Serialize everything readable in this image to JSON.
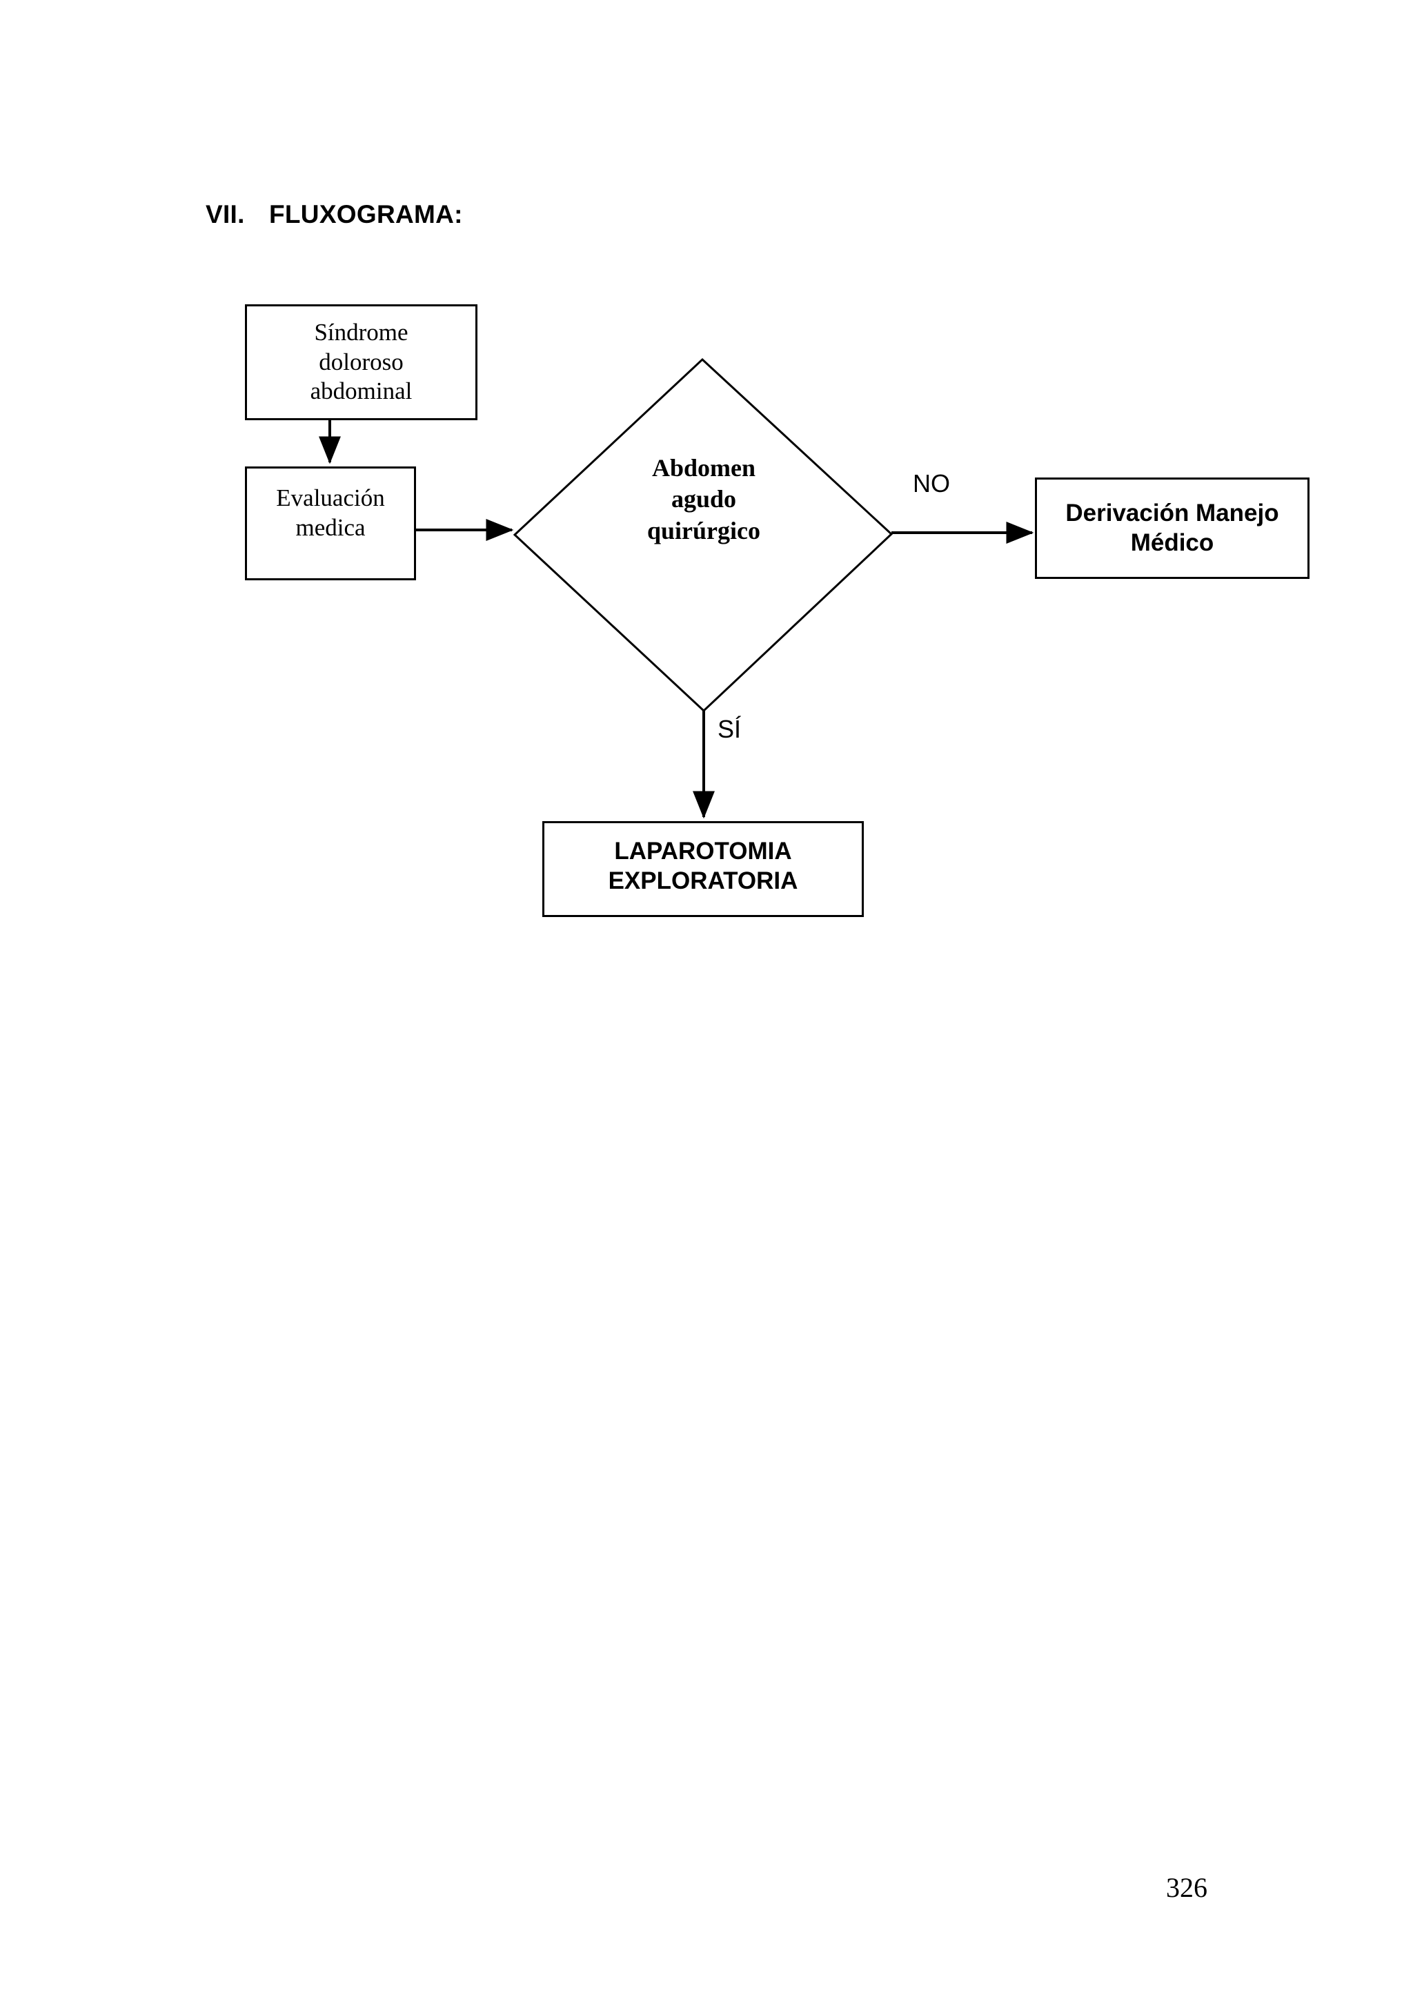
{
  "document": {
    "section": {
      "number": "VII.",
      "title": "FLUXOGRAMA:"
    },
    "page_number": "326"
  },
  "flowchart": {
    "type": "flowchart",
    "nodes": [
      {
        "id": "sindrome",
        "shape": "rectangle",
        "text": "Síndrome doloroso abdominal",
        "lines": [
          "Síndrome",
          "doloroso",
          "abdominal"
        ],
        "font": "serif-regular"
      },
      {
        "id": "evaluacion",
        "shape": "rectangle",
        "text": "Evaluación medica",
        "lines": [
          "Evaluación",
          "medica"
        ],
        "font": "serif-regular"
      },
      {
        "id": "decision",
        "shape": "diamond",
        "text": "Abdomen agudo quirúrgico",
        "lines": [
          "Abdomen",
          "agudo",
          "quirúrgico"
        ],
        "font": "serif-bold"
      },
      {
        "id": "derivacion",
        "shape": "rectangle",
        "text": "Derivación Manejo Médico",
        "lines": [
          "Derivación Manejo",
          "Médico"
        ],
        "font": "sans-bold"
      },
      {
        "id": "laparotomia",
        "shape": "rectangle",
        "text": "LAPAROTOMIA EXPLORATORIA",
        "lines": [
          "LAPAROTOMIA",
          "EXPLORATORIA"
        ],
        "font": "sans-bold"
      }
    ],
    "edges": [
      {
        "from": "sindrome",
        "to": "evaluacion",
        "label": "",
        "direction": "down"
      },
      {
        "from": "evaluacion",
        "to": "decision",
        "label": "",
        "direction": "right"
      },
      {
        "from": "decision",
        "to": "derivacion",
        "label": "NO",
        "direction": "right"
      },
      {
        "from": "decision",
        "to": "laparotomia",
        "label": "SÍ",
        "direction": "down"
      }
    ],
    "labels": {
      "no": "NO",
      "si": "SÍ"
    },
    "colors": {
      "stroke": "#000000",
      "fill": "#ffffff",
      "text": "#000000"
    }
  }
}
